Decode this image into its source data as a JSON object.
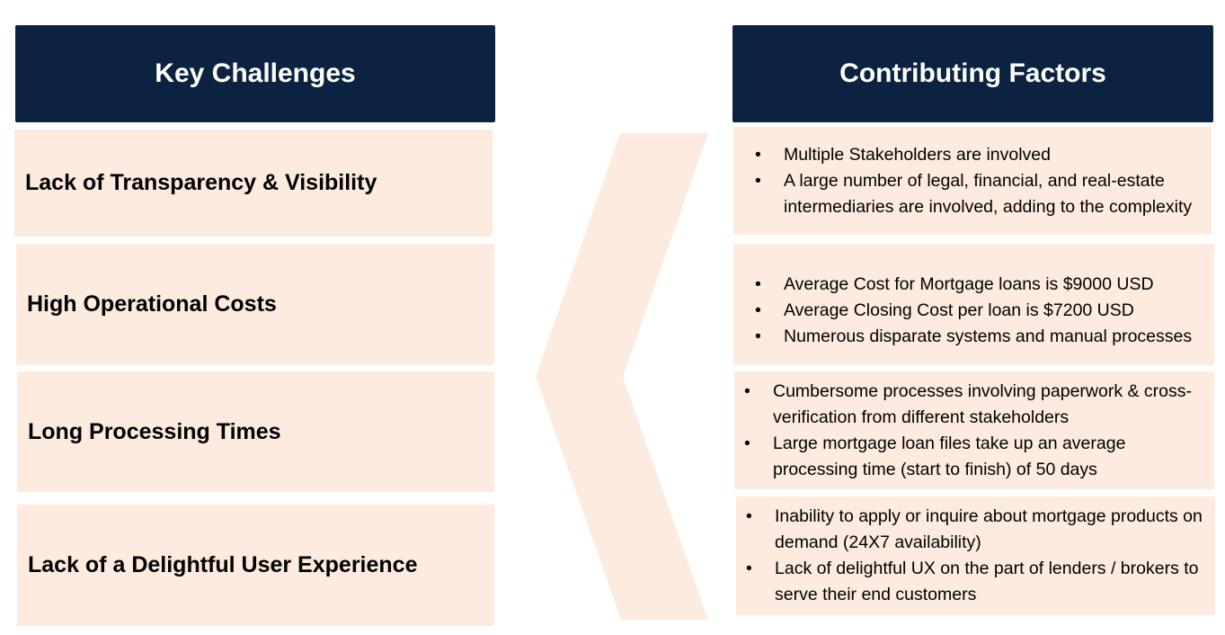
{
  "colors": {
    "header_bg": "#0b2341",
    "header_text": "#ffffff",
    "box_bg": "#fcebde",
    "chevron": "#fcebde",
    "body_text": "#000000"
  },
  "left_column": {
    "title": "Key Challenges",
    "challenges": [
      {
        "label": "Lack of Transparency & Visibility"
      },
      {
        "label": "High Operational Costs"
      },
      {
        "label": "Long Processing Times"
      },
      {
        "label": "Lack of a Delightful User Experience"
      }
    ]
  },
  "connector": {
    "icon": "chevron-left-icon"
  },
  "right_column": {
    "title": "Contributing Factors",
    "factors": [
      {
        "bullets": [
          "Multiple Stakeholders are involved",
          "A large number of legal, financial, and real-estate intermediaries are involved, adding to the complexity"
        ]
      },
      {
        "bullets": [
          "Average Cost for Mortgage loans is $9000 USD",
          "Average Closing Cost per loan is $7200 USD",
          "Numerous disparate systems and manual processes"
        ]
      },
      {
        "bullets": [
          "Cumbersome processes involving paperwork & cross-verification from different stakeholders",
          "Large mortgage loan files take up an average processing time (start to finish) of 50 days"
        ]
      },
      {
        "bullets": [
          "Inability to apply or inquire about mortgage products on demand (24X7 availability)",
          "Lack of delightful UX on the part of lenders / brokers to serve their end customers"
        ]
      }
    ],
    "bullet_glyph": "•"
  }
}
